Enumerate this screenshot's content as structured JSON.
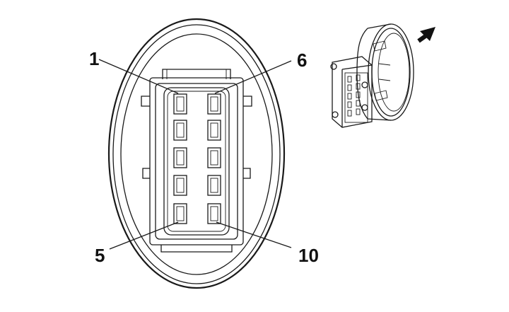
{
  "connector": {
    "pin_labels": {
      "pin_1": "1",
      "pin_5": "5",
      "pin_6": "6",
      "pin_10": "10"
    },
    "pin_rows": 5,
    "pin_columns": 2
  },
  "orientation_arrow_icon": "arrow-up-right-icon",
  "colors": {
    "stroke": "#1a1a1a",
    "background": "#ffffff"
  }
}
